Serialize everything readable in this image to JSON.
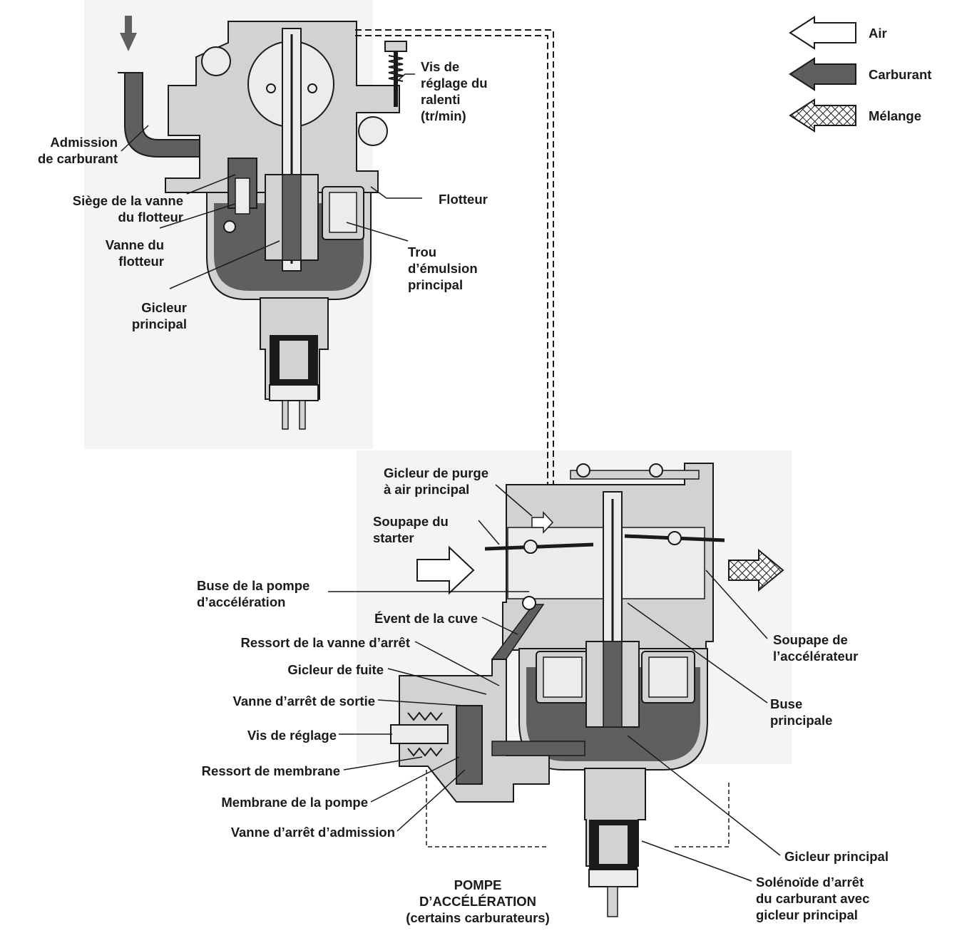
{
  "legend": {
    "air": "Air",
    "fuel": "Carburant",
    "mixture": "Mélange"
  },
  "labels": {
    "fuel_inlet": "Admission\nde carburant",
    "float_valve_seat": "Siège de la vanne\ndu flotteur",
    "float_valve": "Vanne du\nflotteur",
    "main_jet_top": "Gicleur\nprincipal",
    "idle_screw": "Vis de\nréglage du\nralenti\n(tr/min)",
    "float": "Flotteur",
    "main_emulsion_hole": "Trou\nd’émulsion\nprincipal",
    "main_air_bleed_jet": "Gicleur de purge\nà air principal",
    "choke_valve": "Soupape du\nstarter",
    "accel_pump_nozzle": "Buse de la pompe\nd’accélération",
    "bowl_vent": "Évent de la cuve",
    "check_valve_spring": "Ressort de la vanne d’arrêt",
    "leak_jet": "Gicleur de fuite",
    "outlet_check_valve": "Vanne d’arrêt de sortie",
    "adjust_screw": "Vis de réglage",
    "diaphragm_spring": "Ressort de membrane",
    "pump_diaphragm": "Membrane de la pompe",
    "inlet_check_valve": "Vanne d’arrêt d’admission",
    "throttle_valve": "Soupape de\nl’accélérateur",
    "main_nozzle": "Buse\nprincipale",
    "main_jet_bottom": "Gicleur principal",
    "fuel_shutoff_solenoid": "Solénoïde d’arrêt\ndu carburant avec\ngicleur principal",
    "accel_pump_title": "POMPE\nD’ACCÉLÉRATION\n(certains carburateurs)"
  },
  "colors": {
    "fuel": "#5f5f5f",
    "body": "#d2d2d2",
    "body_dark": "#a9a9a9",
    "line": "#1a1a1a",
    "background": "#ffffff",
    "panel": "#f4f4f4"
  }
}
